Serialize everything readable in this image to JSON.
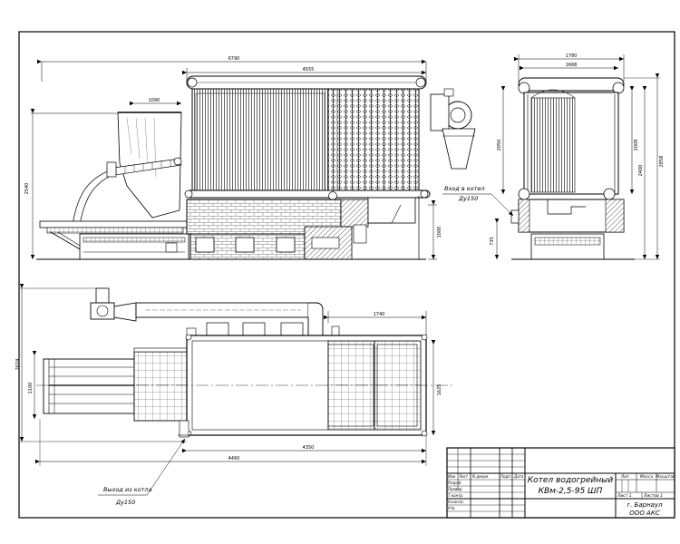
{
  "dimensions": {
    "side_total_length": "6790",
    "side_top_length": "4555",
    "feeder_length": "1090",
    "total_height": "2540",
    "support_height": "1000",
    "front_width": "1780",
    "front_inner_width": "1668",
    "front_h1": "2050",
    "front_h2": "2009",
    "front_h3": "2400",
    "front_h4": "2858",
    "front_h5": "735",
    "plan_top_width": "1740",
    "plan_overall_width": "2674",
    "plan_left_width": "1100",
    "plan_right_width": "1625",
    "plan_furnace_length": "4350",
    "plan_total_length": "4460"
  },
  "annotations": {
    "inlet_line1": "Вход в котел",
    "inlet_line2": "Ду150",
    "outlet_line1": "Выход из котла",
    "outlet_line2": "Ду150"
  },
  "title_block": {
    "title_line1": "Котел водогрейный",
    "title_line2": "КВм-2,5-95 ШП",
    "col_izm": "Изм",
    "col_list": "Лист",
    "col_doc": "N докум.",
    "col_sign": "Подп.",
    "col_date": "Дата",
    "row_razrab": "Разраб.",
    "row_prov": "Провер.",
    "row_tkontr": "Т.контр.",
    "row_nkontr": "Н.контр.",
    "row_utv": "Утв.",
    "head_lit": "Лит.",
    "head_massa": "Масса",
    "head_masshtab": "Масштаб",
    "sheet": "Лист 1",
    "sheets": "Листов 1",
    "org_line1": "г. Барнаул",
    "org_line2": "ООО АКС"
  }
}
